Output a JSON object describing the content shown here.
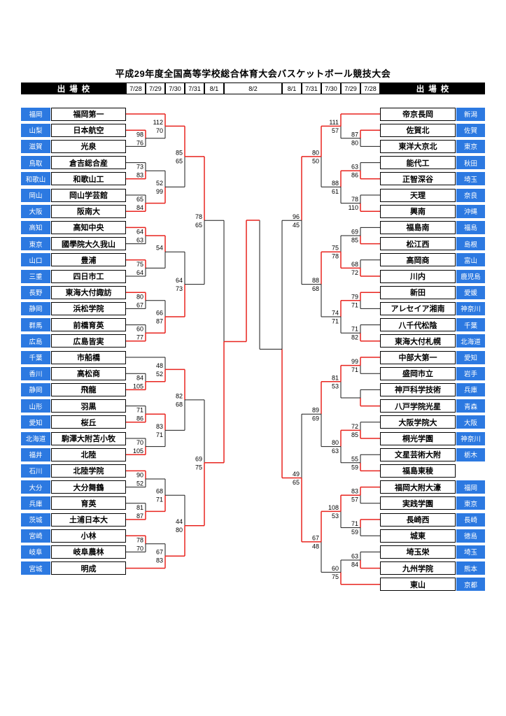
{
  "title": "平成29年度全国高等学校総合体育大会バスケットボール競技大会",
  "header": {
    "left_label": "出場校",
    "right_label": "出場校",
    "dates": [
      "7/28",
      "7/29",
      "7/30",
      "7/31",
      "8/1",
      "8/2",
      "8/1",
      "7/31",
      "7/30",
      "7/29",
      "7/28"
    ]
  },
  "colors": {
    "line": "#1a1a1a",
    "win_line": "#e8241f",
    "pref_bg": "#2c79e1"
  },
  "left_teams": [
    {
      "prefecture": "福岡",
      "school": "福岡第一"
    },
    {
      "prefecture": "山梨",
      "school": "日本航空"
    },
    {
      "prefecture": "滋賀",
      "school": "光泉"
    },
    {
      "prefecture": "鳥取",
      "school": "倉吉総合産"
    },
    {
      "prefecture": "和歌山",
      "school": "和歌山工"
    },
    {
      "prefecture": "岡山",
      "school": "岡山学芸館"
    },
    {
      "prefecture": "大阪",
      "school": "阪南大"
    },
    {
      "prefecture": "高知",
      "school": "高知中央"
    },
    {
      "prefecture": "東京",
      "school": "國學院大久我山"
    },
    {
      "prefecture": "山口",
      "school": "豊浦"
    },
    {
      "prefecture": "三重",
      "school": "四日市工"
    },
    {
      "prefecture": "長野",
      "school": "東海大付諏訪"
    },
    {
      "prefecture": "静岡",
      "school": "浜松学院"
    },
    {
      "prefecture": "群馬",
      "school": "前橋育英"
    },
    {
      "prefecture": "広島",
      "school": "広島皆実"
    },
    {
      "prefecture": "千葉",
      "school": "市船橋"
    },
    {
      "prefecture": "香川",
      "school": "高松商"
    },
    {
      "prefecture": "静岡",
      "school": "飛龍"
    },
    {
      "prefecture": "山形",
      "school": "羽黒"
    },
    {
      "prefecture": "愛知",
      "school": "桜丘"
    },
    {
      "prefecture": "北海道",
      "school": "駒澤大附苫小牧"
    },
    {
      "prefecture": "福井",
      "school": "北陸"
    },
    {
      "prefecture": "石川",
      "school": "北陸学院"
    },
    {
      "prefecture": "大分",
      "school": "大分舞鶴"
    },
    {
      "prefecture": "兵庫",
      "school": "育英"
    },
    {
      "prefecture": "茨城",
      "school": "土浦日本大"
    },
    {
      "prefecture": "宮崎",
      "school": "小林"
    },
    {
      "prefecture": "岐阜",
      "school": "岐阜農林"
    },
    {
      "prefecture": "宮城",
      "school": "明成"
    }
  ],
  "right_teams": [
    {
      "school": "帝京長岡",
      "prefecture": "新潟"
    },
    {
      "school": "佐賀北",
      "prefecture": "佐賀"
    },
    {
      "school": "東洋大京北",
      "prefecture": "東京"
    },
    {
      "school": "能代工",
      "prefecture": "秋田"
    },
    {
      "school": "正智深谷",
      "prefecture": "埼玉"
    },
    {
      "school": "天理",
      "prefecture": "奈良"
    },
    {
      "school": "興南",
      "prefecture": "沖縄"
    },
    {
      "school": "福島南",
      "prefecture": "福島"
    },
    {
      "school": "松江西",
      "prefecture": "島根"
    },
    {
      "school": "高岡商",
      "prefecture": "富山"
    },
    {
      "school": "川内",
      "prefecture": "鹿児島"
    },
    {
      "school": "新田",
      "prefecture": "愛媛"
    },
    {
      "school": "アレセイア湘南",
      "prefecture": "神奈川"
    },
    {
      "school": "八千代松陰",
      "prefecture": "千葉"
    },
    {
      "school": "東海大付札幌",
      "prefecture": "北海道"
    },
    {
      "school": "中部大第一",
      "prefecture": "愛知"
    },
    {
      "school": "盛岡市立",
      "prefecture": "岩手"
    },
    {
      "school": "神戸科学技術",
      "prefecture": "兵庫"
    },
    {
      "school": "八戸学院光星",
      "prefecture": "青森"
    },
    {
      "school": "大阪学院大",
      "prefecture": "大阪"
    },
    {
      "school": "桐光学園",
      "prefecture": "神奈川"
    },
    {
      "school": "文星芸術大附",
      "prefecture": "栃木"
    },
    {
      "school": "福島東稜",
      "prefecture": ""
    },
    {
      "school": "福岡大附大濠",
      "prefecture": "福岡"
    },
    {
      "school": "実践学園",
      "prefecture": "東京"
    },
    {
      "school": "長崎西",
      "prefecture": "長崎"
    },
    {
      "school": "城東",
      "prefecture": "徳島"
    },
    {
      "school": "埼玉栄",
      "prefecture": "埼玉"
    },
    {
      "school": "九州学院",
      "prefecture": "熊本"
    },
    {
      "school": "東山",
      "prefecture": "京都"
    }
  ],
  "left_matches": [
    {
      "round": 0,
      "top": "T1",
      "bottom": "T2",
      "score": [
        "98",
        "76"
      ],
      "winner": "top"
    },
    {
      "round": 0,
      "top": "T3",
      "bottom": "T4",
      "score": [
        "73",
        "83"
      ],
      "winner": "bottom"
    },
    {
      "round": 0,
      "top": "T5",
      "bottom": "T6",
      "score": [
        "65",
        "84"
      ],
      "winner": "bottom"
    },
    {
      "round": 0,
      "top": "T7",
      "bottom": "T8",
      "score": [
        "64",
        "63"
      ],
      "winner": "top"
    },
    {
      "round": 0,
      "top": "T9",
      "bottom": "T10",
      "score": [
        "75",
        "64"
      ],
      "winner": "top"
    },
    {
      "round": 0,
      "top": "T11",
      "bottom": "T12",
      "score": [
        "80",
        "67"
      ],
      "winner": "top"
    },
    {
      "round": 0,
      "top": "T13",
      "bottom": "T14",
      "score": [
        "60",
        "77"
      ],
      "winner": "bottom"
    },
    {
      "round": 0,
      "top": "T16",
      "bottom": "T17",
      "score": [
        "84",
        "105"
      ],
      "winner": "bottom"
    },
    {
      "round": 0,
      "top": "T18",
      "bottom": "T19",
      "score": [
        "71",
        "86"
      ],
      "winner": "bottom"
    },
    {
      "round": 0,
      "top": "T20",
      "bottom": "T21",
      "score": [
        "70",
        "105"
      ],
      "winner": "bottom"
    },
    {
      "round": 0,
      "top": "T22",
      "bottom": "T23",
      "score": [
        "90",
        "52"
      ],
      "winner": "top"
    },
    {
      "round": 0,
      "top": "T24",
      "bottom": "T25",
      "score": [
        "81",
        "87"
      ],
      "winner": "bottom"
    },
    {
      "round": 0,
      "top": "T26",
      "bottom": "T27",
      "score": [
        "78",
        "70"
      ],
      "winner": "top"
    },
    {
      "round": 1,
      "top": "T0",
      "bottom": "M0",
      "score": [
        "112",
        "70"
      ],
      "winner": "top"
    },
    {
      "round": 1,
      "top": "M1",
      "bottom": "M2",
      "score": [
        "52",
        "99"
      ],
      "winner": "bottom"
    },
    {
      "round": 1,
      "top": "M3",
      "bottom": "M4",
      "score": [
        "54",
        ""
      ],
      "winner": "top"
    },
    {
      "round": 1,
      "top": "M5",
      "bottom": "M6",
      "score": [
        "66",
        "87"
      ],
      "winner": "bottom"
    },
    {
      "round": 1,
      "top": "T15",
      "bottom": "M7",
      "score": [
        "48",
        "52"
      ],
      "winner": "bottom"
    },
    {
      "round": 1,
      "top": "M8",
      "bottom": "M9",
      "score": [
        "83",
        "71"
      ],
      "winner": "top"
    },
    {
      "round": 1,
      "top": "M10",
      "bottom": "M11",
      "score": [
        "68",
        "71"
      ],
      "winner": "bottom"
    },
    {
      "round": 1,
      "top": "M12",
      "bottom": "T28",
      "score": [
        "67",
        "83"
      ],
      "winner": "bottom"
    },
    {
      "round": 2,
      "top": "M13",
      "bottom": "M14",
      "score": [
        "85",
        "65"
      ],
      "winner": "top"
    },
    {
      "round": 2,
      "top": "M15",
      "bottom": "M16",
      "score": [
        "64",
        "73"
      ],
      "winner": "bottom"
    },
    {
      "round": 2,
      "top": "M17",
      "bottom": "M18",
      "score": [
        "82",
        "68"
      ],
      "winner": "top"
    },
    {
      "round": 2,
      "top": "M19",
      "bottom": "M20",
      "score": [
        "44",
        "80"
      ],
      "winner": "bottom"
    },
    {
      "round": 3,
      "top": "M21",
      "bottom": "M22",
      "score": [
        "78",
        "65"
      ],
      "winner": "top"
    },
    {
      "round": 3,
      "top": "M23",
      "bottom": "M24",
      "score": [
        "69",
        "75"
      ],
      "winner": "bottom"
    },
    {
      "round": 4,
      "top": "M25",
      "bottom": "M26",
      "score": [
        "",
        ""
      ],
      "winner": "bottom"
    }
  ],
  "right_matches": [
    {
      "round": 0,
      "top": "T1",
      "bottom": "T2",
      "score": [
        "87",
        "80"
      ],
      "winner": "top"
    },
    {
      "round": 0,
      "top": "T3",
      "bottom": "T4",
      "score": [
        "63",
        "86"
      ],
      "winner": "bottom"
    },
    {
      "round": 0,
      "top": "T5",
      "bottom": "T6",
      "score": [
        "78",
        "110"
      ],
      "winner": "bottom"
    },
    {
      "round": 0,
      "top": "T7",
      "bottom": "T8",
      "score": [
        "69",
        "85"
      ],
      "winner": "bottom"
    },
    {
      "round": 0,
      "top": "T9",
      "bottom": "T10",
      "score": [
        "68",
        "72"
      ],
      "winner": "bottom"
    },
    {
      "round": 0,
      "top": "T11",
      "bottom": "T12",
      "score": [
        "79",
        "71"
      ],
      "winner": "top"
    },
    {
      "round": 0,
      "top": "T13",
      "bottom": "T14",
      "score": [
        "71",
        "82"
      ],
      "winner": "bottom"
    },
    {
      "round": 0,
      "top": "T15",
      "bottom": "T16",
      "score": [
        "99",
        "71"
      ],
      "winner": "top"
    },
    {
      "round": 0,
      "top": "T17",
      "bottom": "T18",
      "score": [
        "",
        ""
      ],
      "winner": "bottom"
    },
    {
      "round": 0,
      "top": "T19",
      "bottom": "T20",
      "score": [
        "72",
        "85"
      ],
      "winner": "bottom"
    },
    {
      "round": 0,
      "top": "T21",
      "bottom": "T22",
      "score": [
        "55",
        "59"
      ],
      "winner": "bottom"
    },
    {
      "round": 0,
      "top": "T23",
      "bottom": "T24",
      "score": [
        "83",
        "57"
      ],
      "winner": "top"
    },
    {
      "round": 0,
      "top": "T25",
      "bottom": "T26",
      "score": [
        "71",
        "59"
      ],
      "winner": "top"
    },
    {
      "round": 0,
      "top": "T27",
      "bottom": "T28",
      "score": [
        "63",
        "84"
      ],
      "winner": "bottom"
    },
    {
      "round": 1,
      "top": "T0",
      "bottom": "M0",
      "score": [
        "111",
        "57"
      ],
      "winner": "top"
    },
    {
      "round": 1,
      "top": "M1",
      "bottom": "M2",
      "score": [
        "88",
        "61"
      ],
      "winner": "top"
    },
    {
      "round": 1,
      "top": "M3",
      "bottom": "M4",
      "score": [
        "75",
        "78"
      ],
      "winner": "bottom"
    },
    {
      "round": 1,
      "top": "M5",
      "bottom": "M6",
      "score": [
        "74",
        "71"
      ],
      "winner": "top"
    },
    {
      "round": 1,
      "top": "M7",
      "bottom": "M8",
      "score": [
        "81",
        "53"
      ],
      "winner": "top"
    },
    {
      "round": 1,
      "top": "M9",
      "bottom": "M10",
      "score": [
        "80",
        "63"
      ],
      "winner": "top"
    },
    {
      "round": 1,
      "top": "M11",
      "bottom": "M12",
      "score": [
        "108",
        "53"
      ],
      "winner": "top"
    },
    {
      "round": 1,
      "top": "M13",
      "bottom": "T29",
      "score": [
        "60",
        "75"
      ],
      "winner": "bottom"
    },
    {
      "round": 2,
      "top": "M14",
      "bottom": "M15",
      "score": [
        "80",
        "50"
      ],
      "winner": "top"
    },
    {
      "round": 2,
      "top": "M16",
      "bottom": "M17",
      "score": [
        "88",
        "68"
      ],
      "winner": "top"
    },
    {
      "round": 2,
      "top": "M18",
      "bottom": "M19",
      "score": [
        "89",
        "69"
      ],
      "winner": "top"
    },
    {
      "round": 2,
      "top": "M20",
      "bottom": "M21",
      "score": [
        "67",
        "48"
      ],
      "winner": "top"
    },
    {
      "round": 3,
      "top": "M22",
      "bottom": "M23",
      "score": [
        "96",
        "45"
      ],
      "winner": "top"
    },
    {
      "round": 3,
      "top": "M24",
      "bottom": "M25",
      "score": [
        "49",
        "65"
      ],
      "winner": "bottom"
    },
    {
      "round": 4,
      "top": "M26",
      "bottom": "M27",
      "score": [
        "",
        ""
      ],
      "winner": "bottom"
    }
  ],
  "final": {
    "winner": "left",
    "score": [
      "",
      ""
    ]
  }
}
